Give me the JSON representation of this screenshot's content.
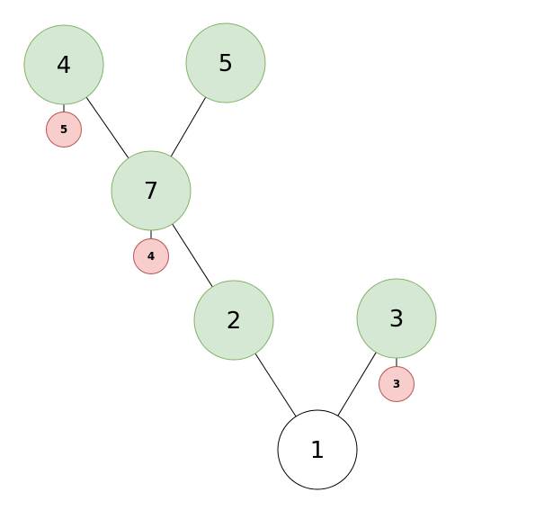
{
  "colors": {
    "node_fill": "#d5e8d4",
    "node_stroke": "#82b366",
    "root_fill": "#ffffff",
    "root_stroke": "#000000",
    "badge_fill": "#f8cecc",
    "badge_stroke": "#b85450",
    "edge": "#000000"
  },
  "nodes": [
    {
      "id": "n4",
      "label": "4",
      "style": "green",
      "badge": "5"
    },
    {
      "id": "n5",
      "label": "5",
      "style": "green",
      "badge": ""
    },
    {
      "id": "n7",
      "label": "7",
      "style": "green",
      "badge": "4"
    },
    {
      "id": "n2",
      "label": "2",
      "style": "green",
      "badge": ""
    },
    {
      "id": "n3",
      "label": "3",
      "style": "green",
      "badge": "3"
    },
    {
      "id": "n1",
      "label": "1",
      "style": "root",
      "badge": ""
    }
  ],
  "edges": [
    {
      "from": "n4",
      "to": "n7"
    },
    {
      "from": "n5",
      "to": "n7"
    },
    {
      "from": "n7",
      "to": "n2"
    },
    {
      "from": "n2",
      "to": "n1"
    },
    {
      "from": "n3",
      "to": "n1"
    }
  ]
}
